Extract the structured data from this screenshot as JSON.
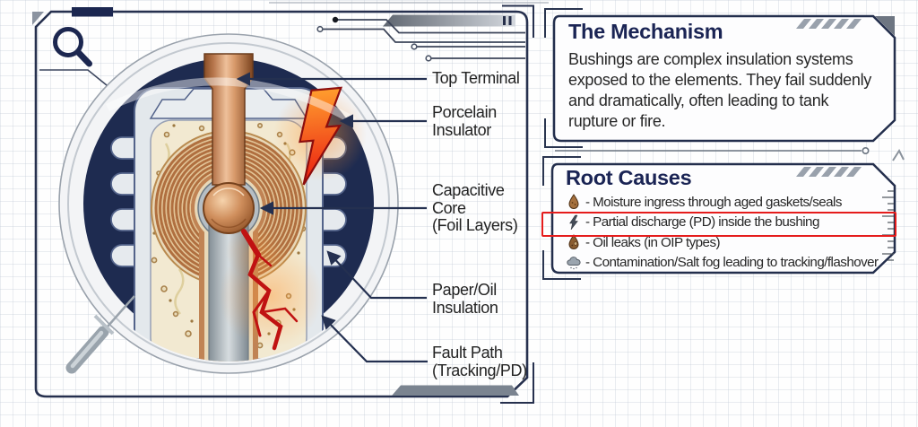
{
  "diagram": {
    "labels": [
      {
        "text": "Top Terminal"
      },
      {
        "text": "Porcelain\nInsulator"
      },
      {
        "text": "Capacitive\nCore\n(Foil Layers)"
      },
      {
        "text": "Paper/Oil\nInsulation"
      },
      {
        "text": "Fault Path\n(Tracking/PD)"
      }
    ],
    "icons": [
      "magnifier-icon",
      "lightning-bolt-graphic",
      "fault-crack-graphic"
    ]
  },
  "mechanism": {
    "title": "The Mechanism",
    "body": "Bushings are complex insulation systems\nexposed to the elements. They fail suddenly\nand dramatically, often leading to tank\nrupture or fire."
  },
  "root_causes": {
    "title": "Root Causes",
    "items": [
      {
        "icon": "moisture-drop-icon",
        "text": "- Moisture ingress through aged gaskets/seals",
        "highlighted": false
      },
      {
        "icon": "lightning-icon",
        "text": "- Partial discharge (PD) inside the bushing",
        "highlighted": true
      },
      {
        "icon": "oil-drop-icon",
        "text": "- Oil leaks (in OIP types)",
        "highlighted": false
      },
      {
        "icon": "rain-cloud-icon",
        "text": "- Contamination/Salt fog leading to tracking/flashover",
        "highlighted": false
      }
    ]
  },
  "colors": {
    "frame_navy": "#26304e",
    "title_navy": "#1a2454",
    "body_text": "#272727",
    "highlight_red": "#e51c1c",
    "copper": "#b06f3f",
    "porcelain_gray": "#e3e8ec",
    "insulation_beige": "#f2e9d1",
    "navy_ring": "#1e2b50",
    "bolt_red": "#ea1c10",
    "steel_gray": "#b6bec4"
  }
}
